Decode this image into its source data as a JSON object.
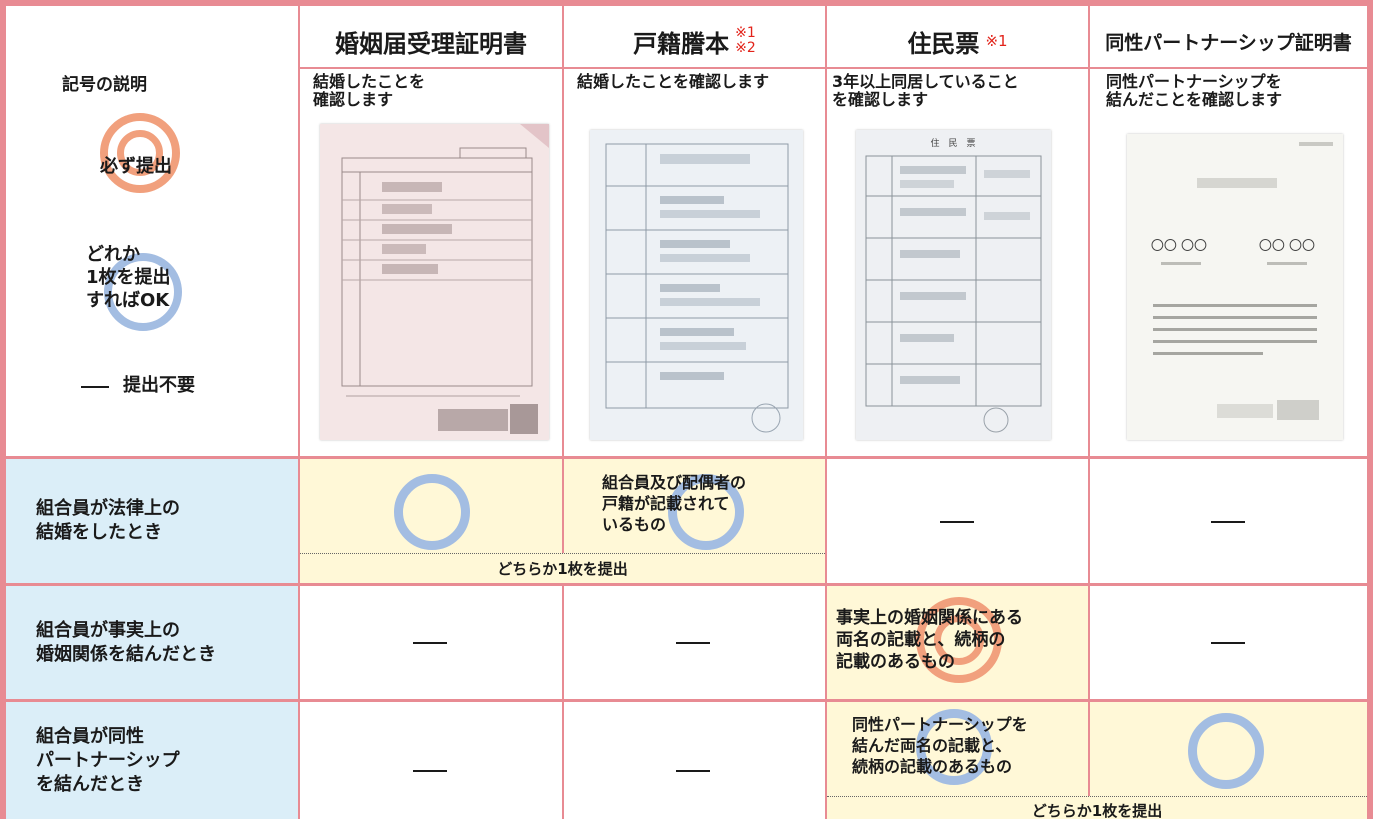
{
  "header": {
    "col1": "婚姻届受理証明書",
    "col2": "戸籍謄本",
    "col2_notes": [
      "※1",
      "※2"
    ],
    "col3": "住民票",
    "col3_note": "※1",
    "col4": "同性パートナーシップ証明書"
  },
  "descriptions": {
    "col1": [
      "結婚したことを",
      "確認します"
    ],
    "col2": [
      "結婚したことを確認します"
    ],
    "col3": [
      "3年以上同居していること",
      "を確認します"
    ],
    "col4": [
      "同性パートナーシップを",
      "結んだことを確認します"
    ]
  },
  "legend": {
    "title": "記号の説明",
    "must": "必ず提出",
    "either": [
      "どれか",
      "1枚を提出",
      "すればOK"
    ],
    "none_symbol": "―",
    "none": "提出不要"
  },
  "rows": [
    {
      "label": [
        "組合員が法律上の",
        "結婚をしたとき"
      ],
      "col2_text": [
        "組合員及び配偶者の",
        "戸籍が記載されて",
        "いるもの"
      ],
      "either_note": "どちらか1枚を提出"
    },
    {
      "label": [
        "組合員が事実上の",
        "婚姻関係を結んだとき"
      ],
      "col3_text": [
        "事実上の婚姻関係にある",
        "両名の記載と、続柄の",
        "記載のあるもの"
      ]
    },
    {
      "label": [
        "組合員が同性",
        "パートナーシップ",
        "を結んだとき"
      ],
      "col3_text": [
        "同性パートナーシップを",
        "結んだ両名の記載と、",
        "続柄の記載のあるもの"
      ],
      "either_note": "どちらか1枚を提出"
    }
  ],
  "doc3": {
    "title": "住　民　票"
  },
  "doc4": {
    "names": [
      "〇〇 〇〇",
      "〇〇 〇〇"
    ]
  },
  "colors": {
    "border": "#e88b93",
    "label_bg": "#dbeef8",
    "highlight_bg": "#fff8d7",
    "ring_blue": "#a3bde2",
    "ring_orange": "#f1a07d",
    "note_red": "#e2231a"
  }
}
